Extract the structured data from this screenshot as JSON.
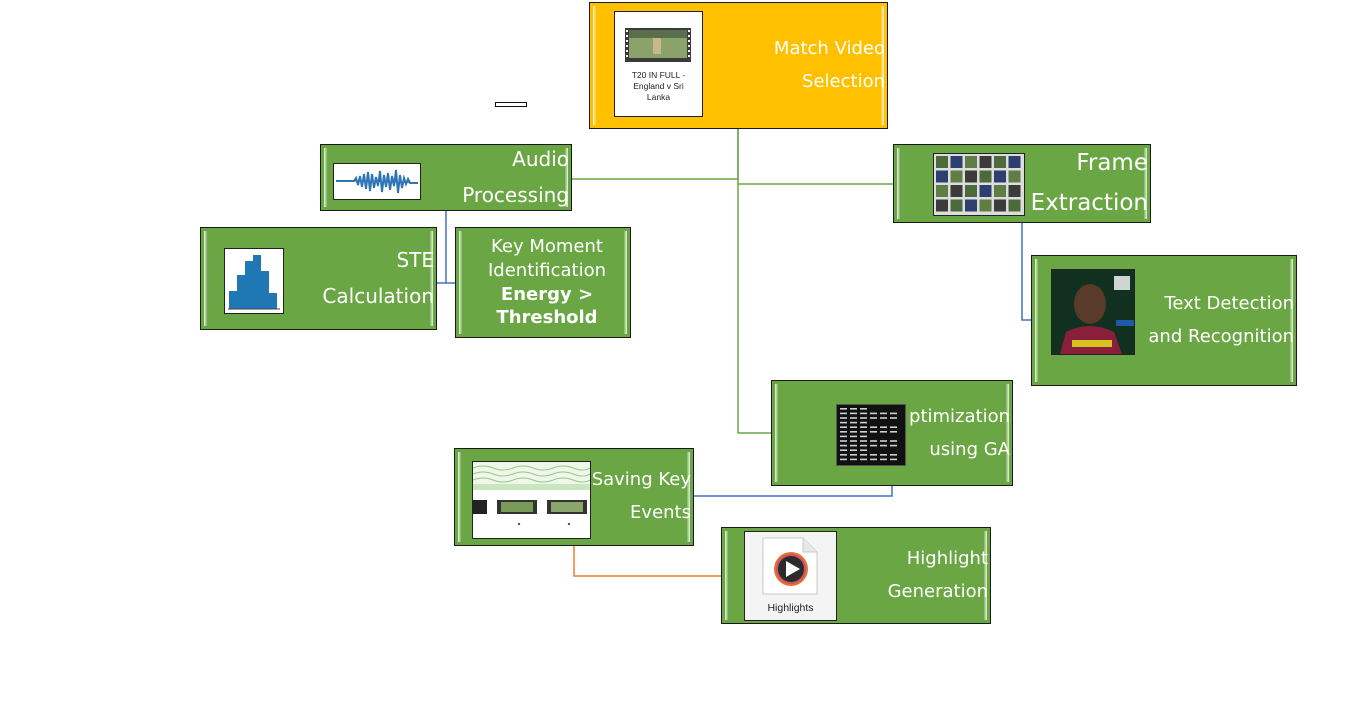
{
  "colors": {
    "node_green": "#6ba645",
    "node_gold": "#ffc000",
    "connector_green": "#6ba645",
    "connector_blue": "#4472c4",
    "connector_orange": "#ed7d31"
  },
  "nodes": {
    "match_video": {
      "line1": "Match Video",
      "line2": "Selection",
      "thumb_caption": "T20 IN FULL - England v Sri Lanka",
      "icon": "video-filmstrip-icon"
    },
    "audio": {
      "line1": "Audio",
      "line2": "Processing",
      "icon": "waveform-icon"
    },
    "ste": {
      "line1": "STE",
      "line2": "Calculation",
      "icon": "histogram-icon"
    },
    "key_moment": {
      "line1": "Key Moment",
      "line2": "Identification",
      "line3": "Energy >",
      "line4": "Threshold"
    },
    "frame": {
      "line1": "Frame",
      "line2": "Extraction",
      "icon": "frame-grid-icon"
    },
    "text_detect": {
      "line1": "Text Detection",
      "line2": "and Recognition",
      "icon": "player-frame-icon"
    },
    "optimization": {
      "line1": "ptimization",
      "line2": "using GA",
      "icon": "terminal-output-icon"
    },
    "saving": {
      "line1": "Saving Key",
      "line2": "Events",
      "icon": "saved-frames-icon"
    },
    "highlight": {
      "line1": "Highlight",
      "line2": "Generation",
      "file_caption": "Highlights",
      "icon": "play-file-icon"
    }
  }
}
